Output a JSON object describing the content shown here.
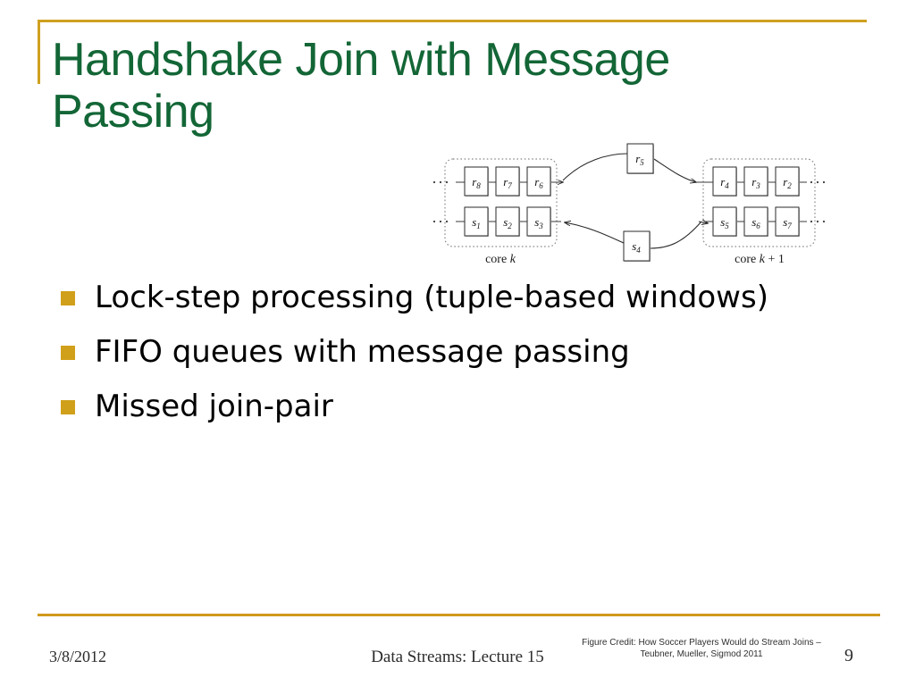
{
  "slide": {
    "title": "Handshake Join with Message Passing",
    "accent_color": "#cfa01f",
    "title_color": "#136636",
    "bullet_marker_color": "#d1a01a"
  },
  "bullets": [
    {
      "text": "Lock-step processing (tuple-based windows)"
    },
    {
      "text": "FIFO queues with message passing"
    },
    {
      "text": "Missed join-pair"
    }
  ],
  "figure": {
    "left_group_label": "core k",
    "right_group_label": "core k + 1",
    "left_top_row": [
      "r8",
      "r7",
      "r6"
    ],
    "left_bottom_row": [
      "s1",
      "s2",
      "s3"
    ],
    "right_top_row": [
      "r4",
      "r3",
      "r2"
    ],
    "right_bottom_row": [
      "s5",
      "s6",
      "s7"
    ],
    "in_transit_top": "r5",
    "in_transit_bottom": "s4",
    "ellipsis": "· · ·"
  },
  "footer": {
    "date": "3/8/2012",
    "center": "Data Streams: Lecture 15",
    "credit_line1": "Figure Credit: How Soccer Players Would do Stream Joins –",
    "credit_line2": "Teubner, Mueller, Sigmod 2011",
    "page_number": "9"
  }
}
